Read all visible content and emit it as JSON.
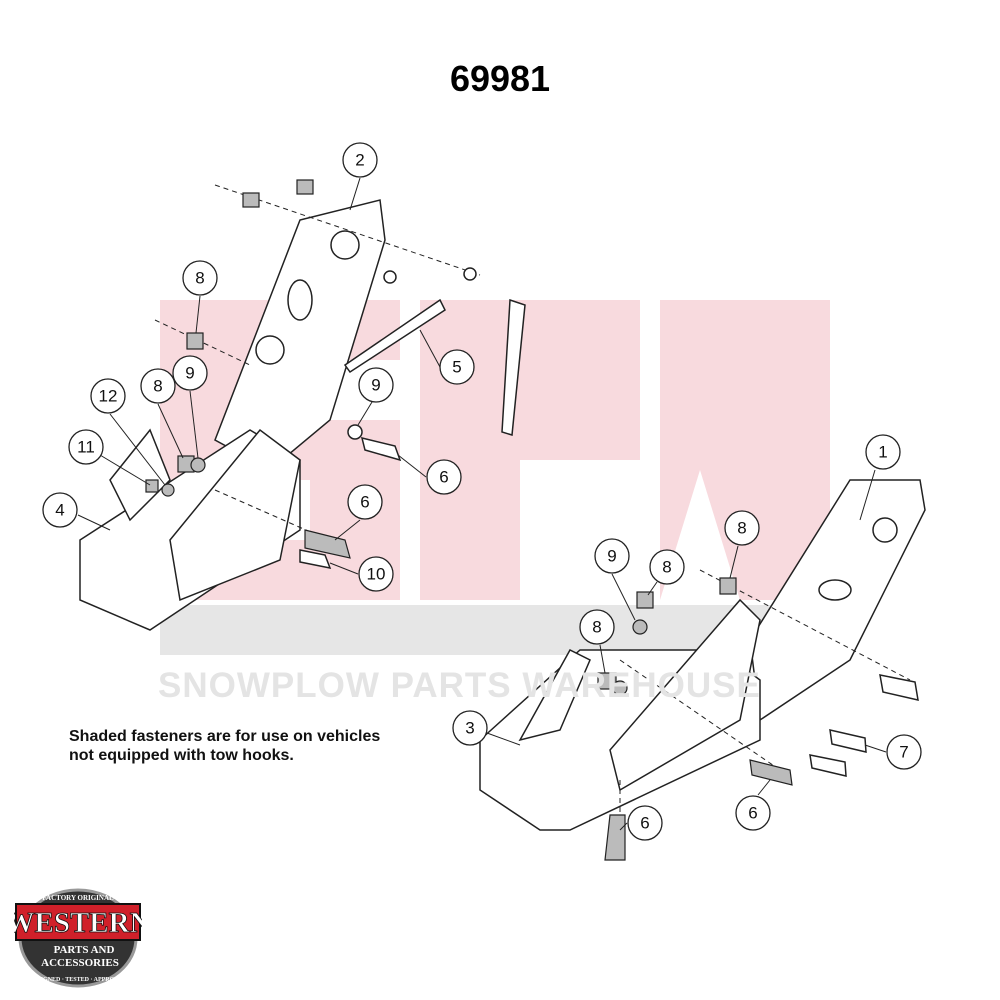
{
  "title": "69981",
  "note": [
    "Shaded fasteners are for use on vehicles",
    "not equipped with tow hooks."
  ],
  "watermark": "SNOWPLOW PARTS WAREHOUSE",
  "logo": {
    "top": "FACTORY ORIGINAL",
    "main": "WESTERN",
    "line1": "PARTS AND",
    "line2": "ACCESSORIES",
    "bottom": "DESIGNED · TESTED · APPROVED"
  },
  "callouts": [
    "2",
    "8",
    "9",
    "8",
    "12",
    "11",
    "4",
    "5",
    "9",
    "6",
    "6",
    "10",
    "1",
    "8",
    "9",
    "8",
    "8",
    "3",
    "7",
    "6",
    "6"
  ],
  "colors": {
    "watermark": "#f6d6da",
    "logo_red": "#d0202a"
  }
}
